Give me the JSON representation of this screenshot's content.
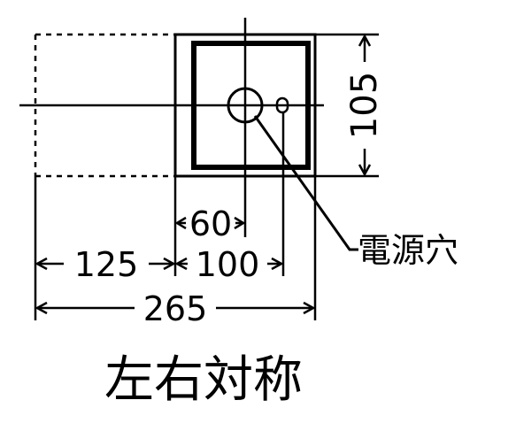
{
  "dimensions": {
    "height_105": "105",
    "offset_60": "60",
    "left_125": "125",
    "width_100": "100",
    "total_265": "265"
  },
  "labels": {
    "power_hole": "電源穴",
    "caption": "左右対称"
  },
  "colors": {
    "line": "#000000",
    "background": "#ffffff"
  }
}
